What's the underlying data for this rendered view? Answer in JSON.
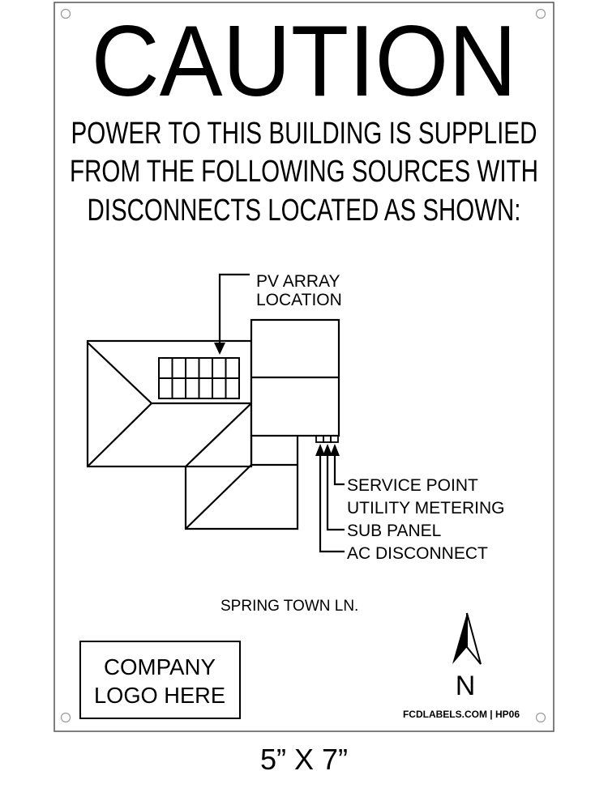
{
  "sign": {
    "title": "CAUTION",
    "message_lines": [
      "POWER TO THIS BUILDING IS SUPPLIED",
      "FROM THE FOLLOWING SOURCES WITH",
      "DISCONNECTS LOCATED AS SHOWN:"
    ],
    "pv_label_lines": [
      "PV ARRAY",
      "LOCATION"
    ],
    "equipment_labels": [
      "SERVICE POINT",
      "UTILITY METERING",
      "SUB PANEL",
      "AC DISCONNECT"
    ],
    "street": "SPRING TOWN LN.",
    "logo_lines": [
      "COMPANY",
      "LOGO HERE"
    ],
    "north_label": "N",
    "footer": "FCDLABELS.COM | HP06"
  },
  "size_caption": "5” X 7”",
  "icons": [
    "north-arrow-icon",
    "mounting-hole-icon"
  ]
}
